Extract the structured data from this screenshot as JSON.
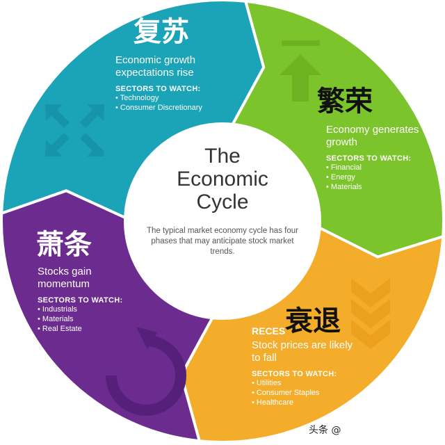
{
  "colors": {
    "recovery": "#1ba3b7",
    "expansion": "#7cc42c",
    "recession": "#f4ad2b",
    "depression": "#6b2b8f",
    "center": "#ffffff"
  },
  "center": {
    "title_lines": [
      "The",
      "Economic",
      "Cycle"
    ],
    "subtitle": "The typical market economy cycle has four phases that may anticipate stock market trends."
  },
  "phases": [
    {
      "id": "recovery",
      "chinese": "复苏",
      "description": "Economic growth expectations rise",
      "sectors_label": "SECTORS TO WATCH:",
      "sectors": [
        "Technology",
        "Consumer Discretionary"
      ],
      "icon": "expand-arrows-icon"
    },
    {
      "id": "expansion",
      "chinese": "繁荣",
      "description": "Economy generates growth",
      "sectors_label": "SECTORS TO WATCH:",
      "sectors": [
        "Financial",
        "Energy",
        "Materials"
      ],
      "icon": "arrow-up-to-bar-icon"
    },
    {
      "id": "recession",
      "chinese": "衰退",
      "english_partial": "RECES",
      "description": "Stock prices are likely to fall",
      "sectors_label": "SECTORS TO WATCH:",
      "sectors": [
        "Utilities",
        "Consumer Staples",
        "Healthcare"
      ],
      "icon": "chevrons-down-icon"
    },
    {
      "id": "depression",
      "chinese": "萧条",
      "description": "Stocks gain momentum",
      "sectors_label": "SECTORS TO WATCH:",
      "sectors": [
        "Industrials",
        "Materials",
        "Real Estate"
      ],
      "icon": "circular-arrow-icon"
    }
  ],
  "watermark": "头条 @"
}
